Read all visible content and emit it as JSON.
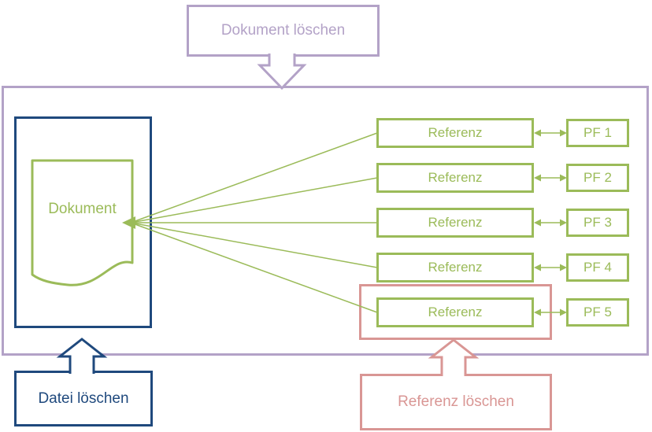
{
  "colors": {
    "purple": "#b3a2c7",
    "navy": "#1f497d",
    "green": "#9bbb59",
    "pink": "#d99694"
  },
  "labels": {
    "dokument_loeschen": "Dokument löschen",
    "dokument": "Dokument",
    "datei_loeschen": "Datei löschen",
    "referenz_loeschen": "Referenz löschen"
  },
  "rows": [
    {
      "referenz": "Referenz",
      "pf": "PF 1"
    },
    {
      "referenz": "Referenz",
      "pf": "PF 2"
    },
    {
      "referenz": "Referenz",
      "pf": "PF 3"
    },
    {
      "referenz": "Referenz",
      "pf": "PF 4"
    },
    {
      "referenz": "Referenz",
      "pf": "PF 5"
    }
  ]
}
